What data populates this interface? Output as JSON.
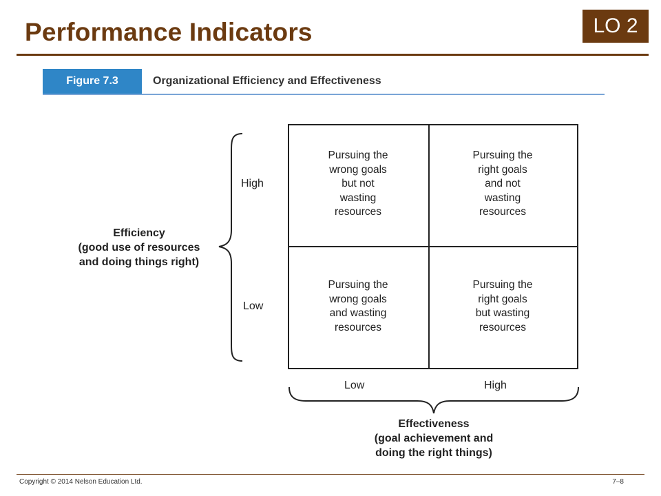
{
  "slide": {
    "title": "Performance Indicators",
    "badge": "LO 2",
    "copyright": "Copyright © 2014 Nelson Education Ltd.",
    "page_number": "7–8"
  },
  "figure": {
    "label": "Figure 7.3",
    "title": "Organizational Efficiency and Effectiveness"
  },
  "matrix": {
    "efficiency_axis": {
      "title_lines": [
        "Efficiency",
        "(good use of resources",
        "and doing things right)"
      ],
      "high": "High",
      "low": "Low"
    },
    "effectiveness_axis": {
      "title_lines": [
        "Effectiveness",
        "(goal achievement and",
        "doing the right things)"
      ],
      "low": "Low",
      "high": "High"
    },
    "cells": {
      "high_eff_low_effect": [
        "Pursuing the",
        "wrong goals",
        "but not",
        "wasting",
        "resources"
      ],
      "high_eff_high_effect": [
        "Pursuing the",
        "right goals",
        "and not",
        "wasting",
        "resources"
      ],
      "low_eff_low_effect": [
        "Pursuing the",
        "wrong goals",
        "and wasting",
        "resources"
      ],
      "low_eff_high_effect": [
        "Pursuing the",
        "right goals",
        "but wasting",
        "resources"
      ]
    }
  },
  "colors": {
    "title_brown": "#6b3a10",
    "figure_blue": "#2f86c7",
    "rule_blue": "#7aa5d6"
  }
}
